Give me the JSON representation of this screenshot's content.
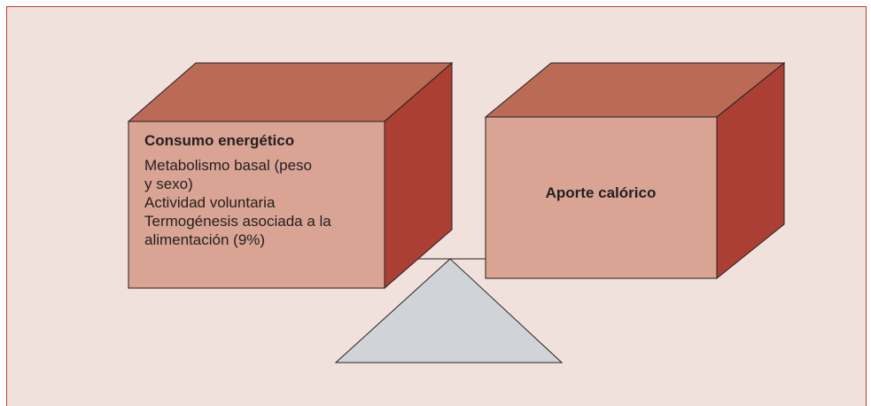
{
  "colors": {
    "background": "#f1e1dc",
    "border": "#c0392b",
    "box_front": "#d9a494",
    "box_top": "#bb6a55",
    "box_side": "#ac3f34",
    "fulcrum": "#d0d4d8",
    "text": "#231f20"
  },
  "left_box": {
    "title": "Consumo energético",
    "items": [
      "Metabolismo basal (peso",
      "y sexo)",
      "Actividad voluntaria",
      "Termogénesis asociada a la",
      "alimentación (9%)"
    ]
  },
  "right_box": {
    "title": "Aporte calórico"
  }
}
